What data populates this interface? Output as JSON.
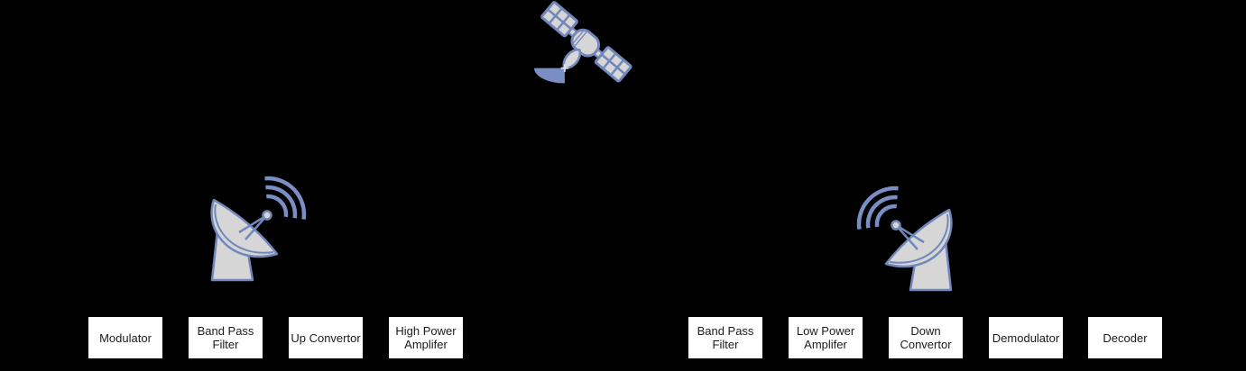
{
  "diagram": {
    "background_color": "#000000",
    "icon_stroke_color": "#7287ba",
    "icon_fill_color": "#d6d6d6",
    "icon_accent_color": "#7b8ec3",
    "box_background_color": "#ffffff",
    "box_text_color": "#1c1c1c",
    "icons": {
      "satellite": "satellite-icon",
      "left_ground_station": "satellite-dish-icon",
      "right_ground_station": "satellite-dish-icon"
    },
    "blocks": [
      {
        "id": "modulator",
        "line1": "Modulator",
        "line2": ""
      },
      {
        "id": "band-pass-filter-uplink",
        "line1": "Band Pass",
        "line2": "Filter"
      },
      {
        "id": "up-convertor",
        "line1": "Up Convertor",
        "line2": ""
      },
      {
        "id": "high-power-amplifer",
        "line1": "High Power",
        "line2": "Amplifer"
      },
      {
        "id": "band-pass-filter-downlink",
        "line1": "Band Pass",
        "line2": "Filter"
      },
      {
        "id": "low-power-amplifer",
        "line1": "Low Power",
        "line2": "Amplifer"
      },
      {
        "id": "down-convertor",
        "line1": "Down",
        "line2": "Convertor"
      },
      {
        "id": "demodulator",
        "line1": "Demodulator",
        "line2": ""
      },
      {
        "id": "decoder",
        "line1": "Decoder",
        "line2": ""
      }
    ]
  }
}
